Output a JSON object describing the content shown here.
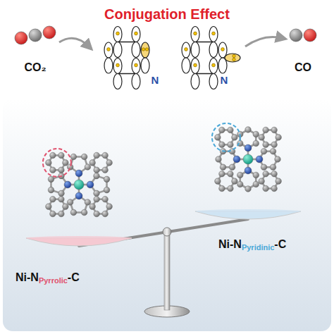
{
  "diagram": {
    "title": "Conjugation Effect",
    "labels": [
      "CO₂",
      "N",
      "N",
      "CO",
      "Ni-N",
      "Pyrrolic",
      "-C",
      "Ni-N",
      "Pyridinic",
      "-C"
    ]
  }
}
